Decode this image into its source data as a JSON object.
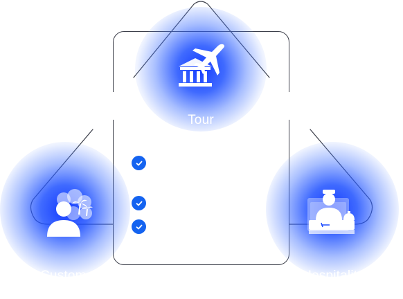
{
  "nodes": {
    "tour": {
      "label": "Tour",
      "icon": "tour-plane-bank-icon"
    },
    "customer": {
      "label": "Customer",
      "icon": "customer-island-icon"
    },
    "hospitality": {
      "label": "Hospitality",
      "icon": "hospitality-reception-icon"
    }
  },
  "checklist": [
    {
      "icon": "check-icon"
    },
    {
      "icon": "check-icon"
    },
    {
      "icon": "check-icon"
    }
  ],
  "colors": {
    "glow": "#1f4dff",
    "check": "#1463f0",
    "outline": "#3c3f4a"
  }
}
